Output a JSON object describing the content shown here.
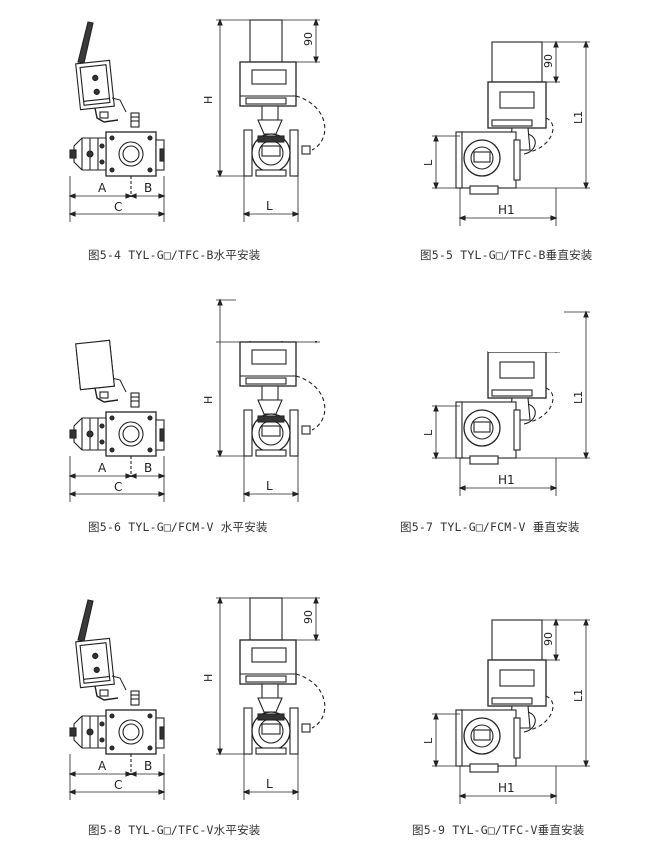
{
  "figures": [
    {
      "id": "5-4",
      "caption": "图5-4 TYL-G□/TFC-B水平安装",
      "side": {
        "labels": {
          "a": "A",
          "b": "B",
          "c": "C"
        }
      },
      "front": {
        "labels": {
          "h": "H",
          "l": "L",
          "top": "90"
        }
      }
    },
    {
      "id": "5-5",
      "caption": "图5-5 TYL-G□/TFC-B垂直安装",
      "vertical": {
        "labels": {
          "top": "90",
          "l1": "L1",
          "l": "L",
          "h1": "H1"
        }
      }
    },
    {
      "id": "5-6",
      "caption": "图5-6 TYL-G□/FCM-V 水平安装",
      "side": {
        "labels": {
          "a": "A",
          "b": "B",
          "c": "C"
        }
      },
      "front": {
        "labels": {
          "h": "H",
          "l": "L"
        }
      }
    },
    {
      "id": "5-7",
      "caption": "图5-7  TYL-G□/FCM-V 垂直安装",
      "vertical": {
        "labels": {
          "l1": "L1",
          "l": "L",
          "h1": "H1"
        }
      }
    },
    {
      "id": "5-8",
      "caption": "图5-8 TYL-G□/TFC-V水平安装",
      "side": {
        "labels": {
          "a": "A",
          "b": "B",
          "c": "C"
        }
      },
      "front": {
        "labels": {
          "h": "H",
          "l": "L",
          "top": "90"
        }
      }
    },
    {
      "id": "5-9",
      "caption": "图5-9 TYL-G□/TFC-V垂直安装",
      "vertical": {
        "labels": {
          "top": "90",
          "l1": "L1",
          "l": "L",
          "h1": "H1"
        }
      }
    }
  ]
}
